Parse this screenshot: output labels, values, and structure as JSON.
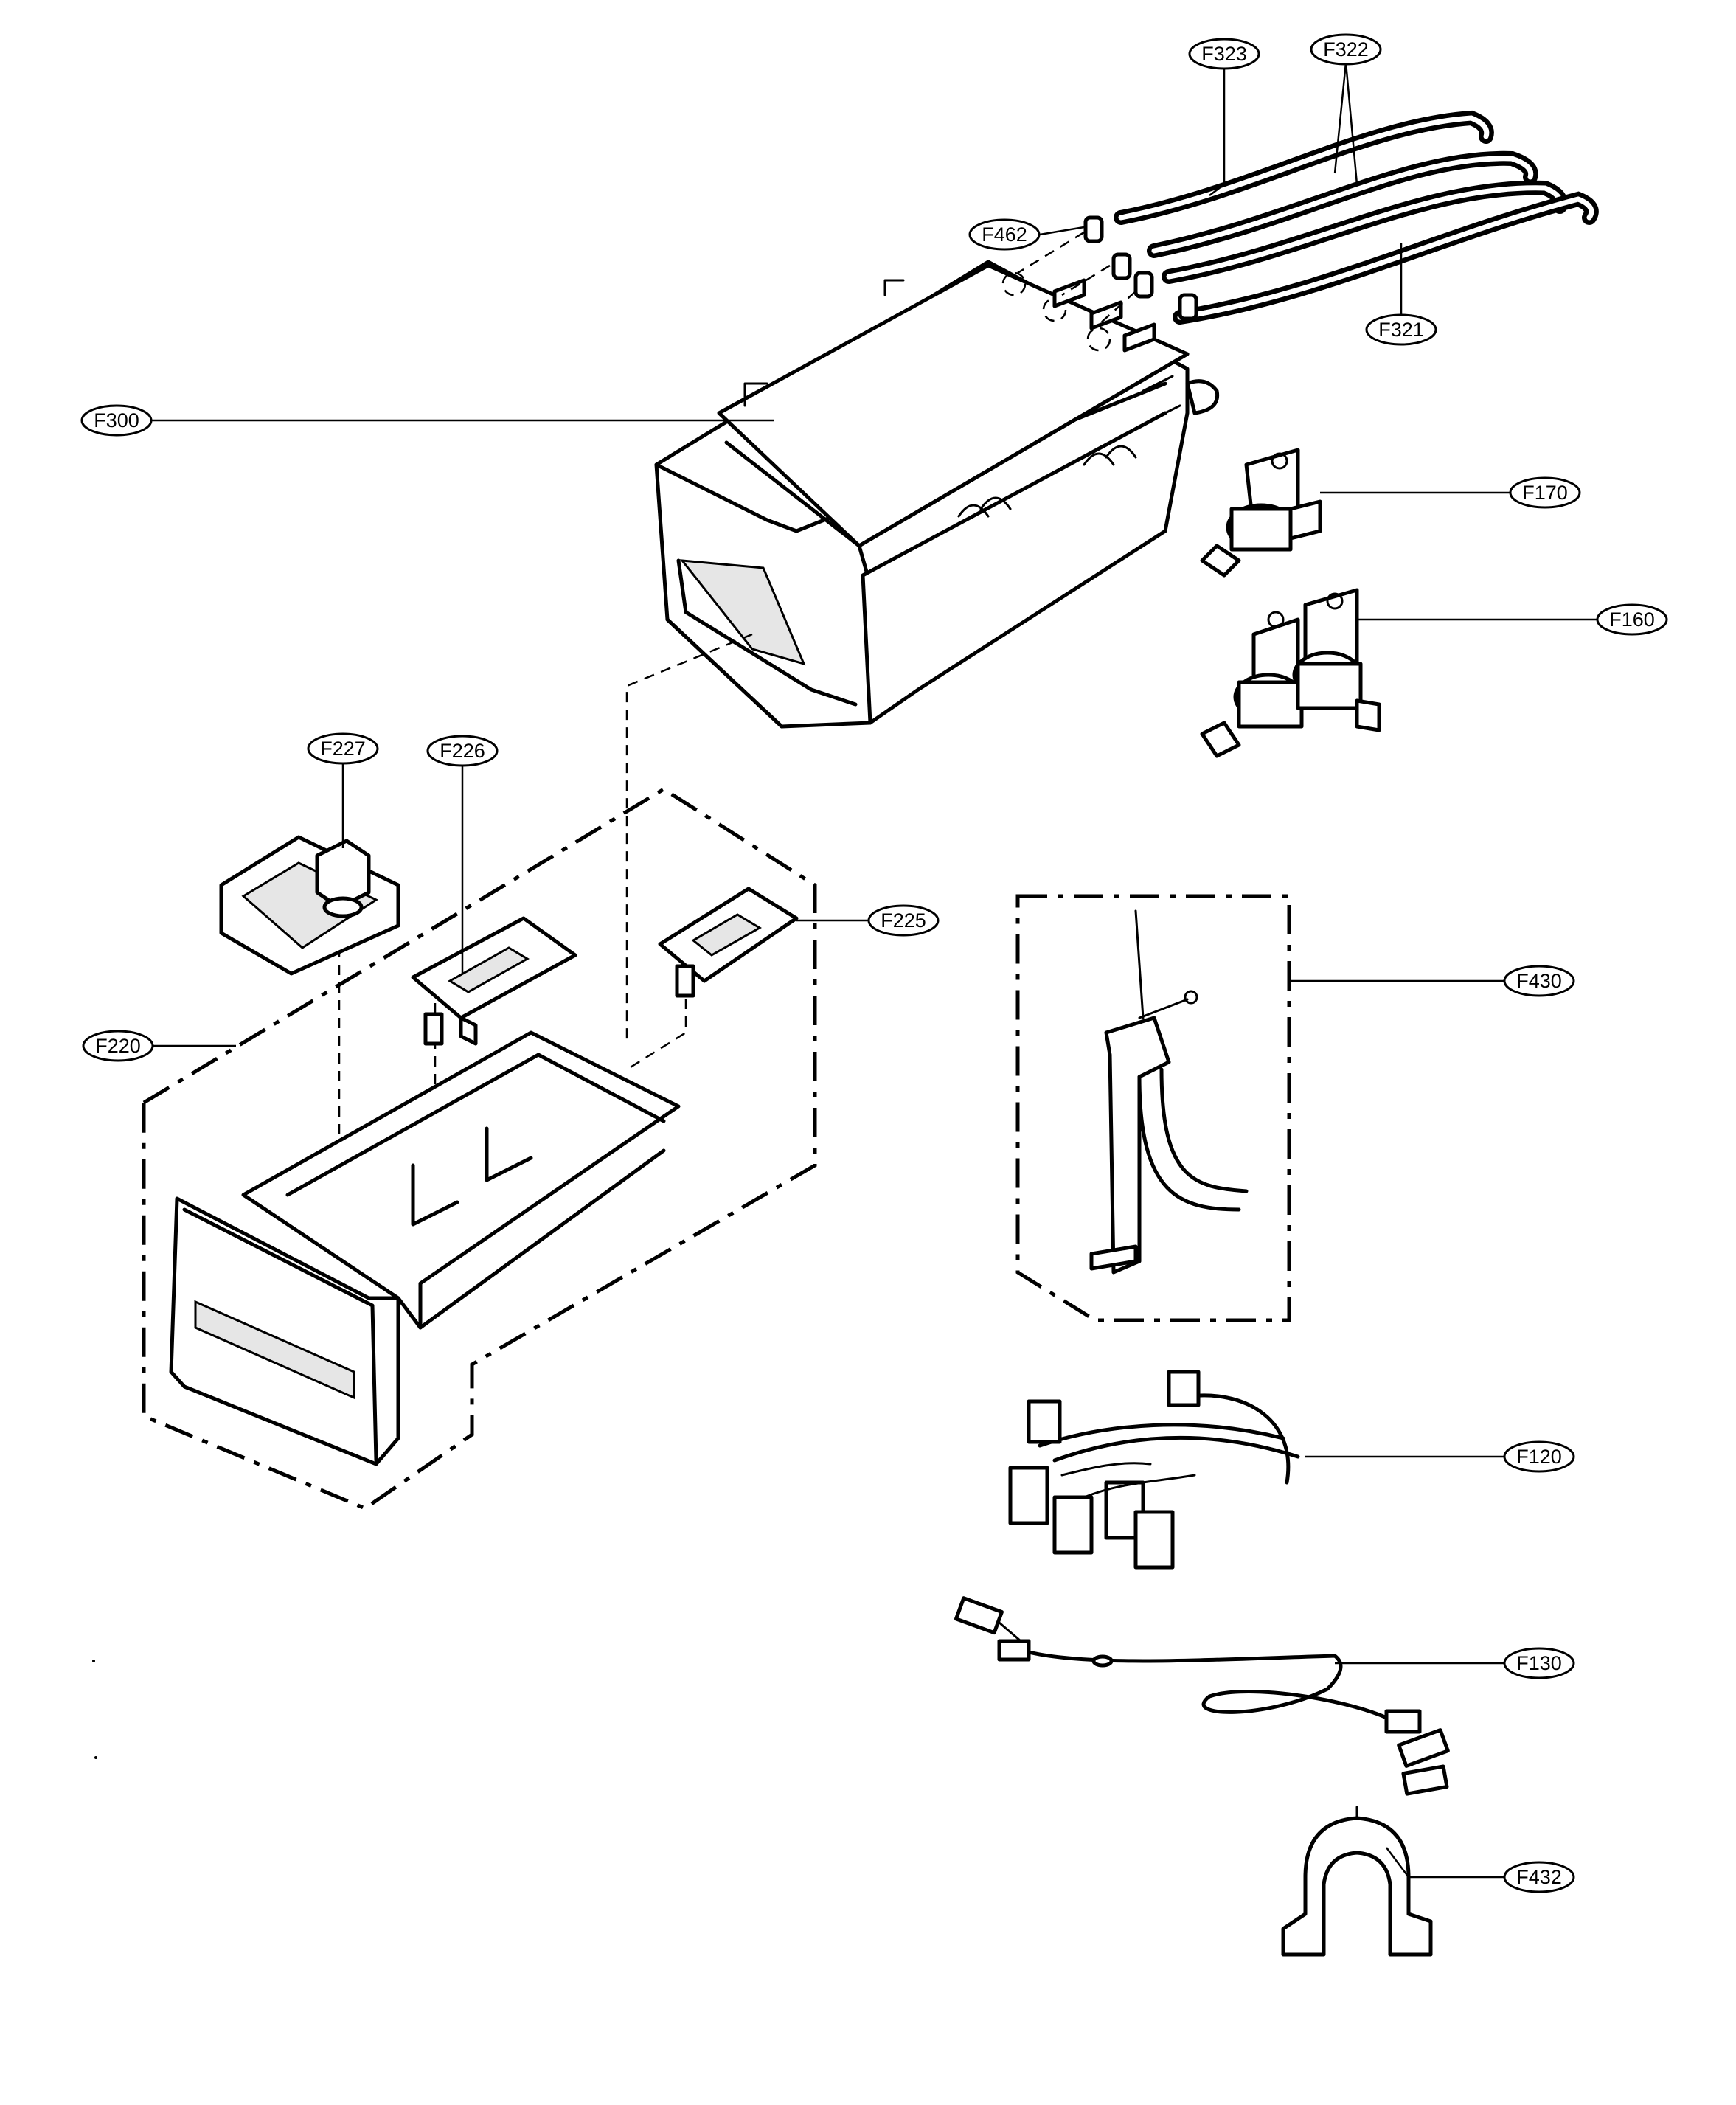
{
  "callouts": {
    "f323": "F323",
    "f322": "F322",
    "f462": "F462",
    "f321": "F321",
    "f300": "F300",
    "f170": "F170",
    "f160": "F160",
    "f227": "F227",
    "f226": "F226",
    "f225": "F225",
    "f220": "F220",
    "f430": "F430",
    "f120": "F120",
    "f130": "F130",
    "f432": "F432"
  }
}
